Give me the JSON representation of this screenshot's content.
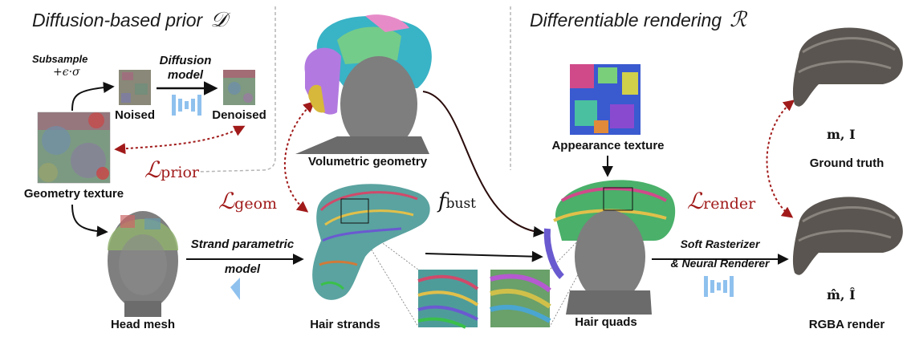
{
  "sections": {
    "prior_title": "Diffusion-based prior",
    "prior_symbol": "𝒟",
    "render_title": "Differentiable rendering",
    "render_symbol": "ℛ"
  },
  "labels": {
    "subsample": "Subsample",
    "noise_term": "+ϵ·σ",
    "diffusion_model_line1": "Diffusion",
    "diffusion_model_line2": "model",
    "noised": "Noised",
    "denoised": "Denoised",
    "geometry_texture": "Geometry texture",
    "head_mesh": "Head mesh",
    "strand_model_line1": "Strand parametric",
    "strand_model_line2": "model",
    "volumetric_geometry": "Volumetric geometry",
    "hair_strands": "Hair strands",
    "f_bust": "f",
    "f_bust_sub": "bust",
    "appearance_texture": "Appearance texture",
    "hair_quads": "Hair quads",
    "soft_rasterizer_line1": "Soft Rasterizer",
    "soft_rasterizer_line2": "& Neural Renderer",
    "ground_truth": "Ground truth",
    "gt_symbols": "m, I",
    "rgba_render": "RGBA render",
    "render_symbols": "m̂, Î"
  },
  "losses": {
    "prior": {
      "L": "ℒ",
      "sub": "prior"
    },
    "geom": {
      "L": "ℒ",
      "sub": "geom"
    },
    "render": {
      "L": "ℒ",
      "sub": "render"
    }
  },
  "colors": {
    "loss_red": "#a11a1a",
    "divider_gray": "#b5b5b5",
    "network_blue": "#8fc1ee",
    "mesh_gray": "#7d7d7d",
    "hair_gray": "#5a5550"
  },
  "icons": [
    "unet-icon",
    "decoder-icon"
  ]
}
